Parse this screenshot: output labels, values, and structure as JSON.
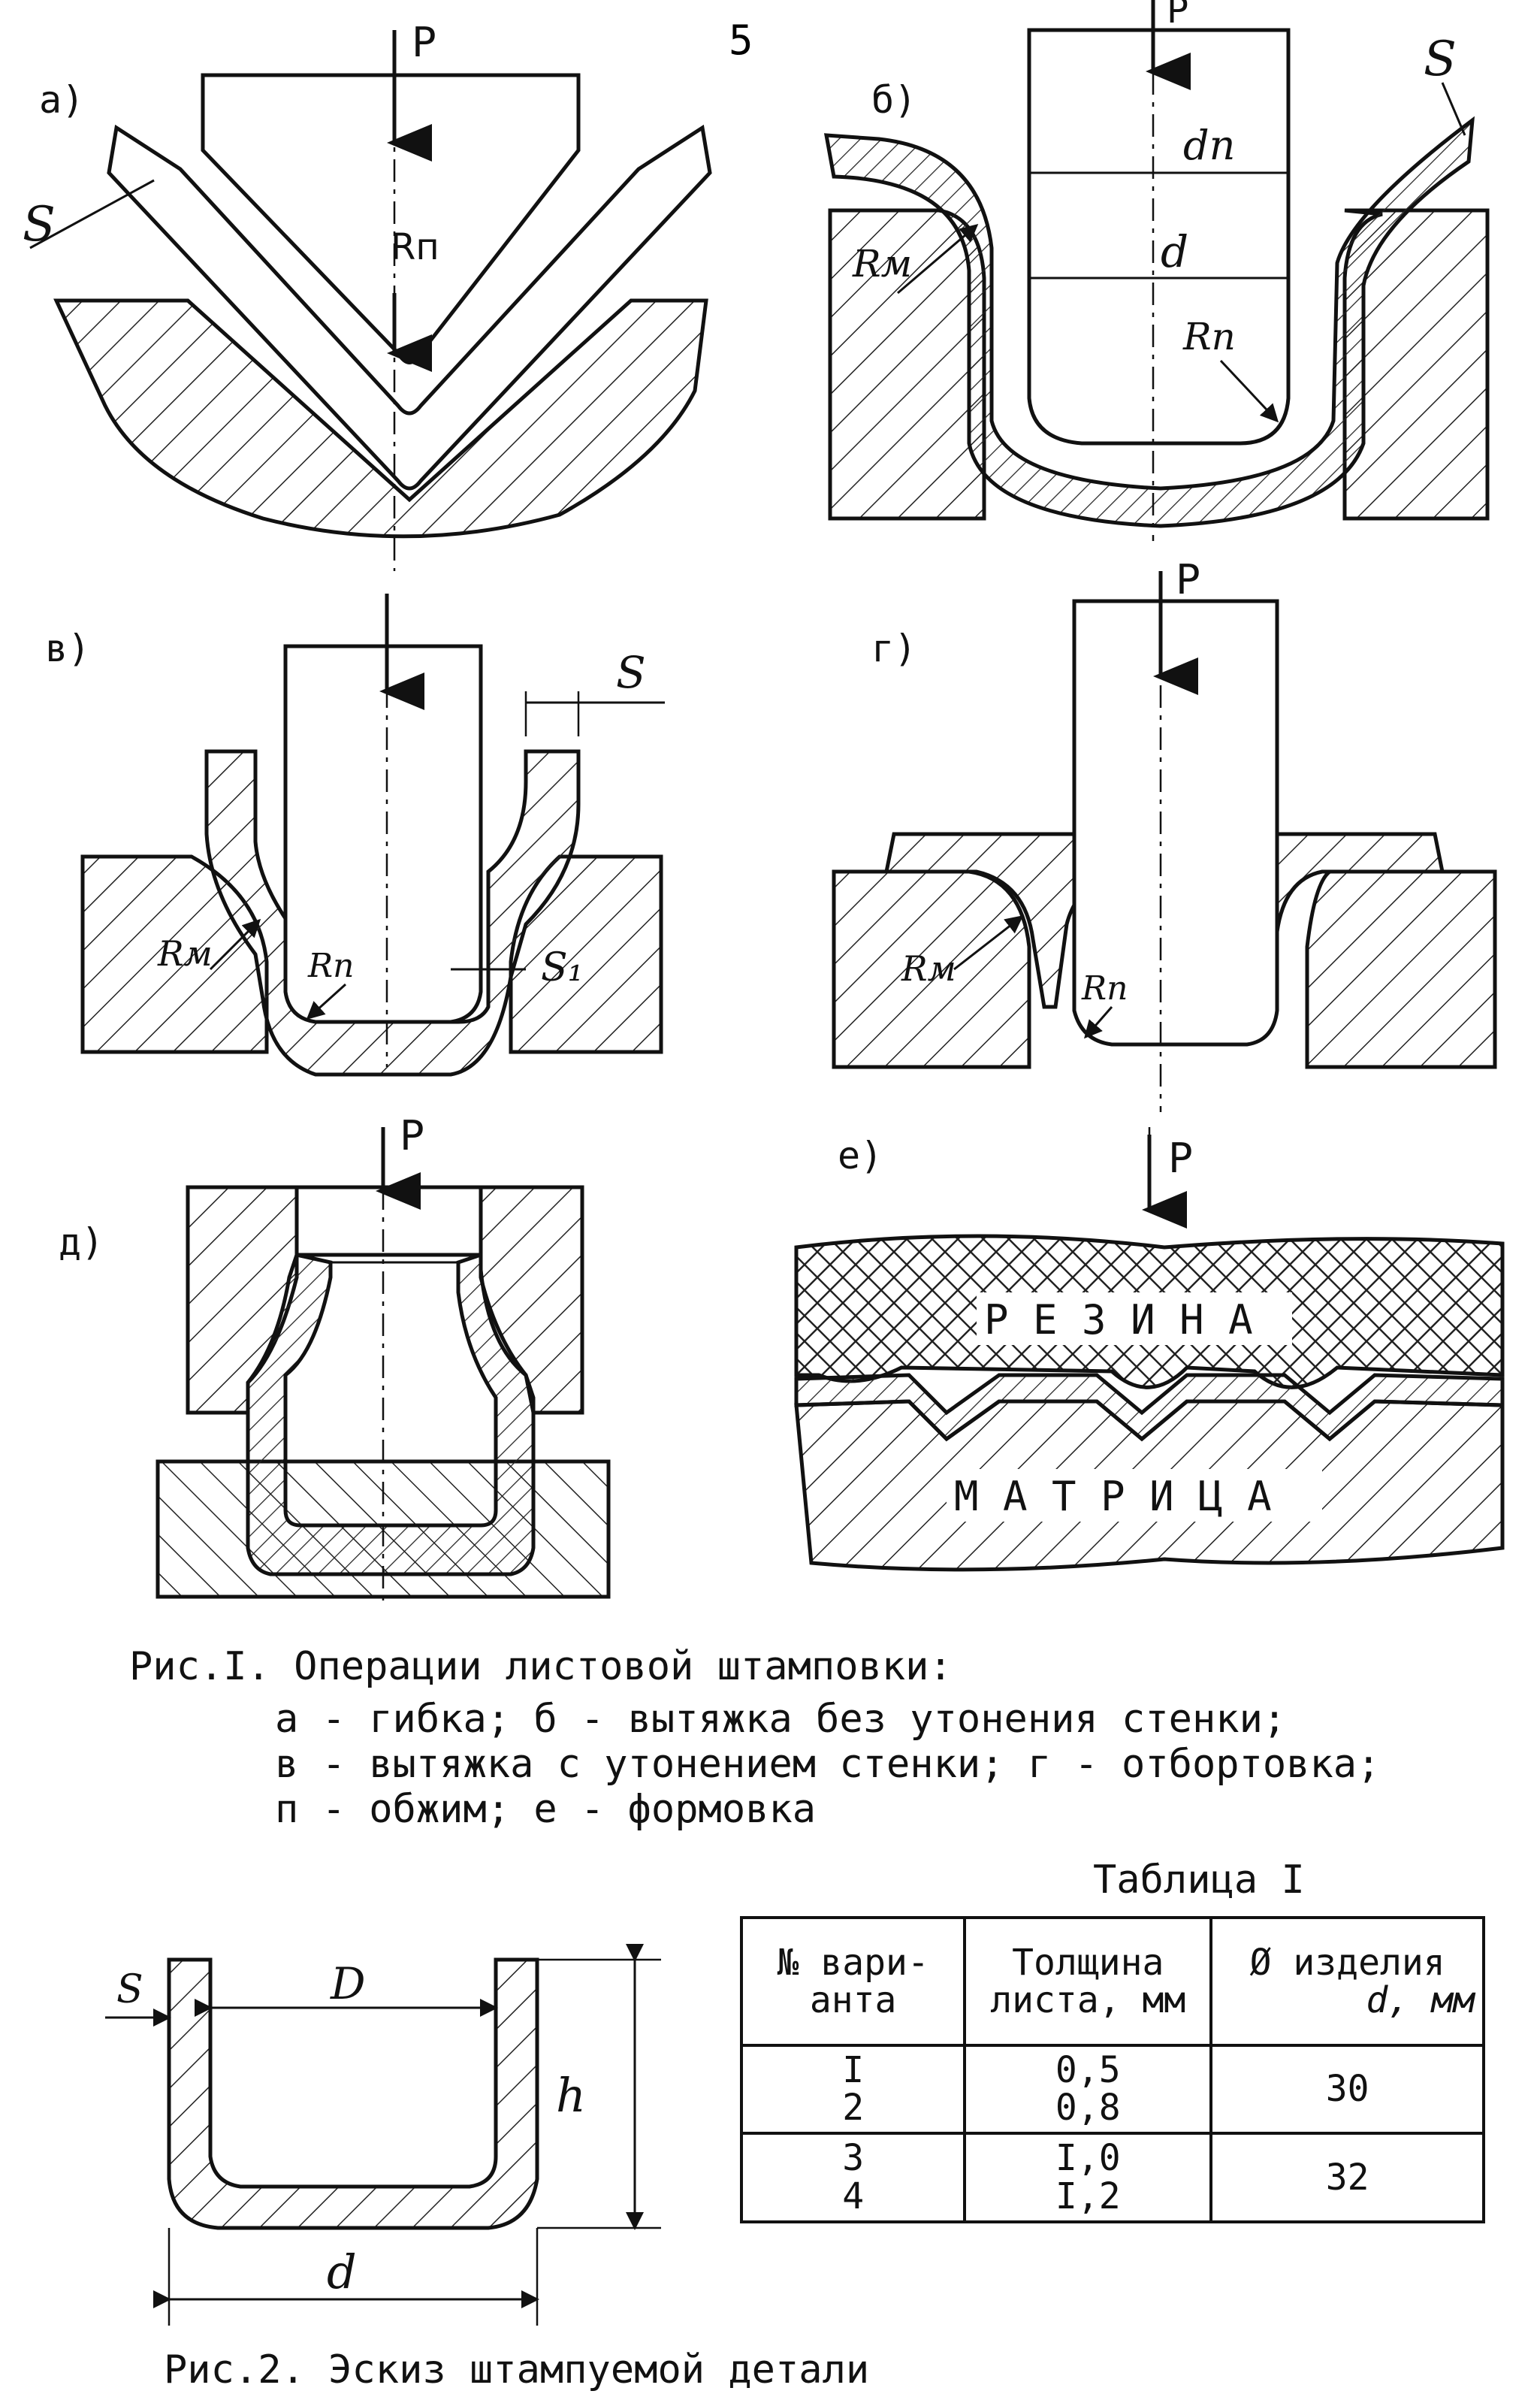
{
  "page": {
    "number": "5"
  },
  "figure1": {
    "panels": {
      "a": {
        "label": "а)",
        "force": "P",
        "thickness": "S",
        "radius": "Rп"
      },
      "b": {
        "label": "б)",
        "force": "P",
        "thickness": "S",
        "punch_diameter": "dп",
        "diameter": "d",
        "die_radius": "Rм",
        "punch_radius": "Rп"
      },
      "v": {
        "label": "в)",
        "thickness": "S",
        "thickness_final": "S₁",
        "die_radius": "Rм",
        "punch_radius": "Rп"
      },
      "g": {
        "label": "г)",
        "force": "P",
        "die_radius": "Rм",
        "punch_radius": "Rп"
      },
      "d": {
        "label": "д)",
        "force": "P"
      },
      "e": {
        "label": "е)",
        "force": "P",
        "rubber": "Р Е З И Н А",
        "die": "М А Т Р И Ц А"
      }
    },
    "caption_title": "Рис.I. Операции листовой штамповки:",
    "caption_lines": [
      "а - гибка; б - вытяжка без утонения стенки;",
      "в - вытяжка с утонением стенки; г - отбортовка;",
      "п - обжим; е - формовка"
    ]
  },
  "figure2": {
    "labels": {
      "s": "S",
      "D": "D",
      "h": "h",
      "d": "d"
    },
    "caption": "Рис.2. Эскиз штампуемой детали"
  },
  "table1": {
    "caption": "Таблица I",
    "headers": [
      "№ вари-\nанта",
      "Толщина\nлиста, мм",
      "Ø изделия"
    ],
    "header3_unit": "d, мм",
    "group1": {
      "variants": "I\n2",
      "thickness": "0,5\n0,8",
      "diameter": "30"
    },
    "group2": {
      "variants": "3\n4",
      "thickness": "I,0\nI,2",
      "diameter": "32"
    }
  }
}
